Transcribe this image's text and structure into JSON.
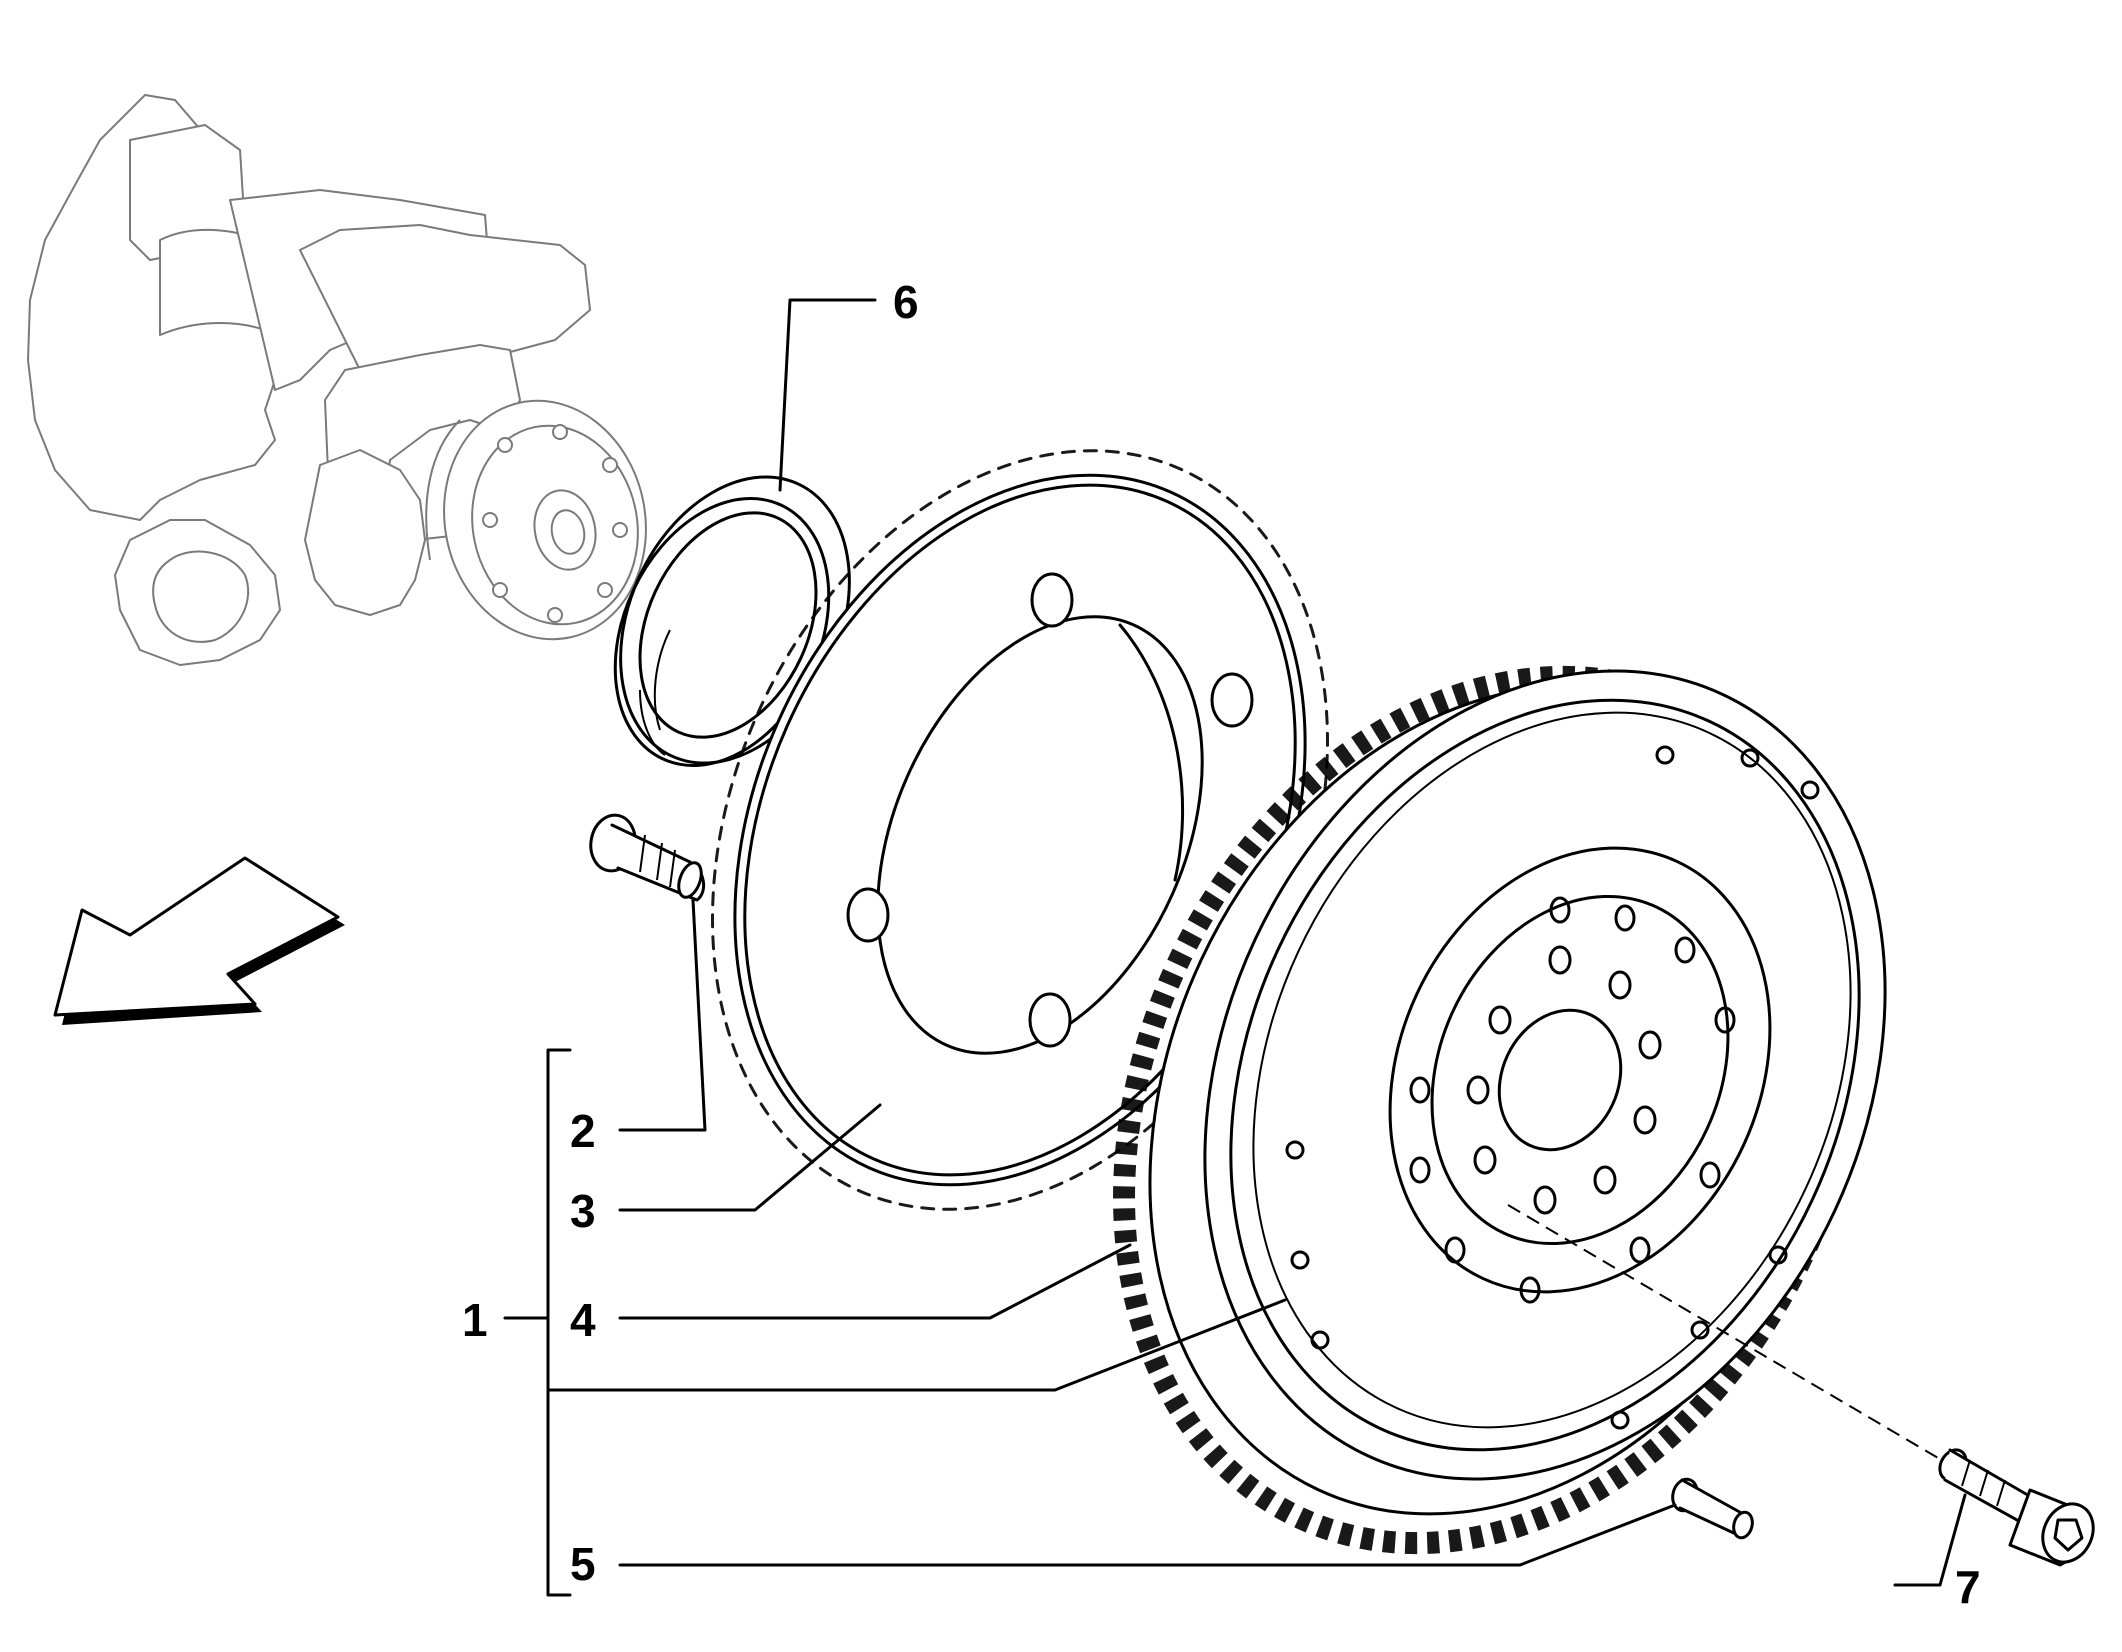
{
  "callouts": {
    "c1": "1",
    "c2": "2",
    "c3": "3",
    "c4": "4",
    "c5": "5",
    "c6": "6",
    "c7": "7"
  },
  "icons": [
    "crankshaft-icon",
    "seal-ring-icon",
    "pin-icon",
    "gear-ring-icon",
    "flywheel-icon",
    "dowel-pin-icon",
    "bolt-icon",
    "direction-arrow-icon"
  ],
  "colors": {
    "line": "#000000",
    "ghost": "#7a7a7a",
    "background": "#ffffff"
  }
}
